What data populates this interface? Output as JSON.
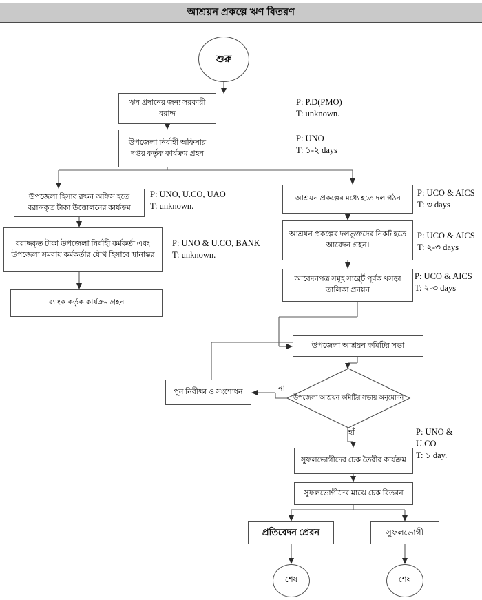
{
  "header": {
    "title": "আশ্রয়ন প্রকল্পে ঋণ বিতরণ"
  },
  "nodes": {
    "start": "শুরু",
    "govt_allocation": "ঋন প্রদানের জন্য সরকারী বরাদ্দ",
    "uno_office_action": "উপজেলা নির্বাহী অফিসার দপ্তর কর্তৃক কার্যক্রম গ্রহন",
    "accounts_office_withdraw": "উপজেলা হিসাব রক্ষন অফিস হতে বরাদ্দকৃত টাকা উত্তোলনের কার্যক্রম",
    "joint_account_transfer": "বরাদ্দকৃত টাকা উপজেলা নির্বাহী কর্মকর্তা এবং উপজেলা সমবায় কর্মকর্তার যৌথ হিসাবে স্থানান্তর",
    "bank_action": "ব্যাংক কর্তৃক কার্যক্রম গ্রহন",
    "group_formation": "আশ্রয়ন প্রকল্পের মধ্যে হতে দল গঠন",
    "application_receive": "আশ্রয়ন প্রকল্পের দলভুক্তদের নিকট হতে আবেদন গ্রহন।",
    "draft_list": "আবেদনপত্র সমূহ সার্র্টে পূর্বক খসড়া তালিকা প্রনয়ন",
    "committee_meeting": "উপজেলা আশ্রয়ন কমিটির সভা",
    "decision": "উপজেলা আশ্রয়ন কমিটির সভায় অনুমোদন",
    "re_audit": "পুন নিরীক্ষা ও সংশোধন",
    "cheque_preparation": "সুফলভোগীদের চেক তৈরীর কার্যক্রম",
    "cheque_distribution": "সুফলভোগীদের মাঝে চেক বিতরন",
    "report_send": "প্রতিবেদন প্রেরন",
    "beneficiary": "সুফলভোগী",
    "end_left": "শেষ",
    "end_right": "শেষ"
  },
  "annotations": {
    "govt_allocation": {
      "person": "P: P.D(PMO)",
      "time": "T: unknown."
    },
    "uno_office_action": {
      "person": "P: UNO",
      "time": "T: ১-২ days"
    },
    "accounts_office_withdraw": {
      "person": "P: UNO, U.CO, UAO",
      "time": "T: unknown."
    },
    "joint_account_transfer": {
      "person": "P: UNO & U.CO, BANK",
      "time": "T: unknown."
    },
    "group_formation": {
      "person": "P: UCO & AICS",
      "time": "T: ৩ days"
    },
    "application_receive": {
      "person": "P: UCO & AICS",
      "time": "T: ২-৩ days"
    },
    "draft_list": {
      "person": "P: UCO & AICS",
      "time": "T: ২-৩ days"
    },
    "cheque_preparation": {
      "person": "P: UNO &",
      "person2": "U.CO",
      "time": "T: ১ day."
    }
  },
  "edge_labels": {
    "decision_no": "না",
    "decision_yes": "হাঁ"
  },
  "colors": {
    "title_bar_background": "#c9c9c9",
    "node_border": "#4f4f4f",
    "wire": "#5a5a5a",
    "text": "#0b0b0b",
    "page_background": "#ffffff"
  }
}
